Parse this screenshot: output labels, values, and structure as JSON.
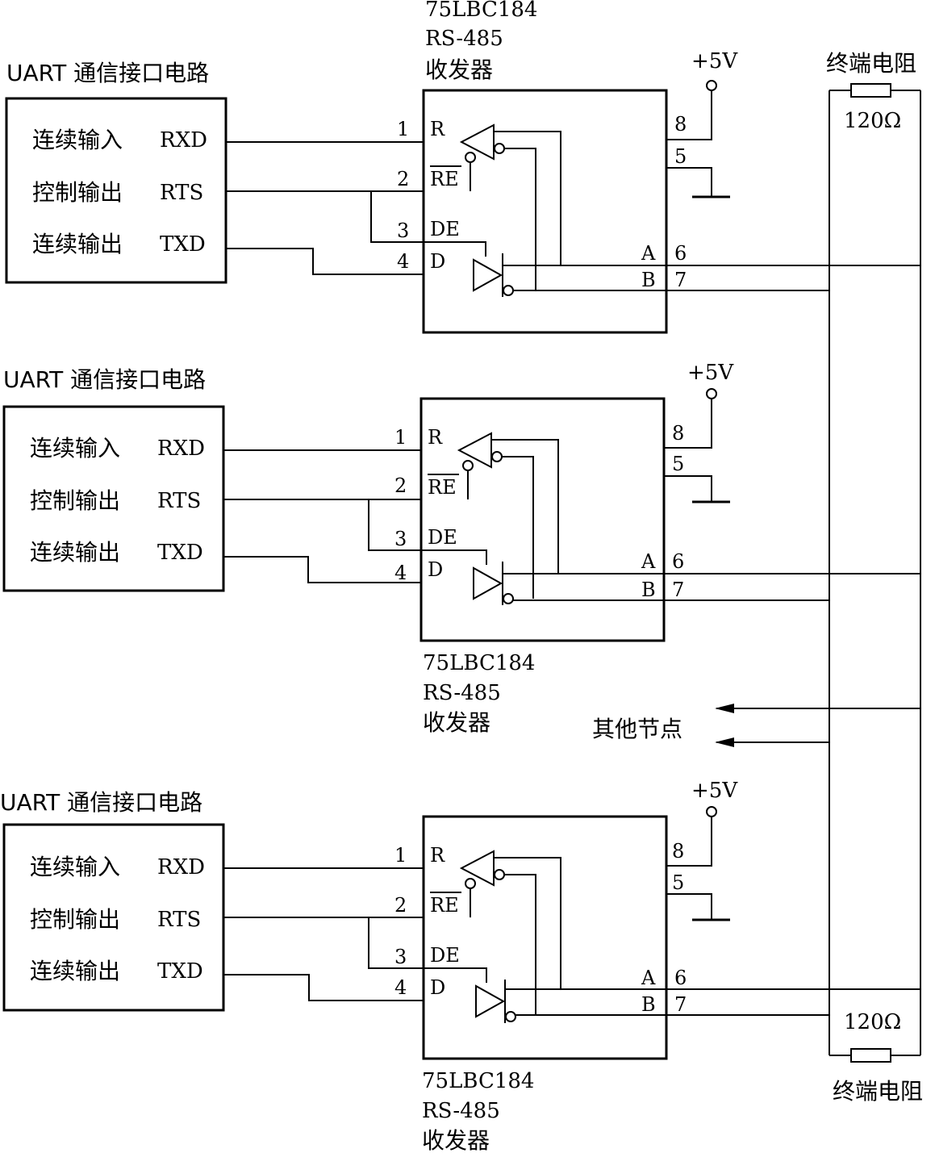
{
  "uart": {
    "title": "UART 通信接口电路",
    "rows": [
      {
        "cn": "连续输入",
        "sig": "RXD"
      },
      {
        "cn": "控制输出",
        "sig": "RTS"
      },
      {
        "cn": "连续输出",
        "sig": "TXD"
      }
    ]
  },
  "chip": {
    "part": "75LBC184",
    "std": "RS-485",
    "kind": "收发器",
    "vcc": "+5V",
    "pins": {
      "p1": "1",
      "p2": "2",
      "p3": "3",
      "p4": "4",
      "p5": "5",
      "p6": "6",
      "p7": "7",
      "p8": "8"
    },
    "names": {
      "r": "R",
      "re": "RE",
      "de": "DE",
      "d": "D",
      "a": "A",
      "b": "B"
    }
  },
  "terminator": {
    "label": "终端电阻",
    "value": "120Ω"
  },
  "other_nodes": "其他节点"
}
